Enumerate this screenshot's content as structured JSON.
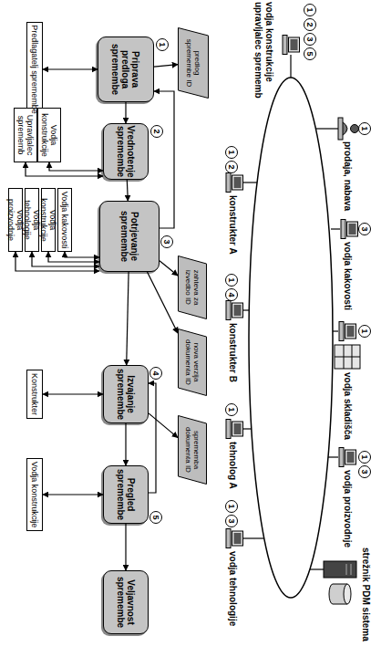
{
  "diagram": {
    "nodes": [
      {
        "text": [
          "Priprava predloga spremembe"
        ]
      },
      {
        "text": [
          "Vrednotenje spremembe"
        ]
      },
      {
        "text": [
          "Potrjevanje spremembe"
        ]
      },
      {
        "text": [
          "Izvajanje spremembe"
        ]
      },
      {
        "text": [
          "Pregled spremembe"
        ]
      },
      {
        "text": [
          "Veljavnost spremembe"
        ]
      },
      {
        "text": [
          "predlog spremembe ID"
        ]
      },
      {
        "text": [
          "zahteva za izvedbo ID"
        ]
      },
      {
        "text": [
          "nova verzija dokumenta ID"
        ]
      },
      {
        "text": [
          "sprememba dokumenta ID"
        ]
      },
      {
        "text": [
          "Predlagatelj spremembe"
        ]
      },
      {
        "text": [
          "Upravljalec sprememb"
        ]
      },
      {
        "text": [
          "Vodja konstrukcije"
        ]
      },
      {
        "text": [
          "Vodja proizvodnje"
        ]
      },
      {
        "text": [
          "Vodja tehnologije"
        ]
      },
      {
        "text": [
          "Vodja konstrukcije"
        ]
      },
      {
        "text": [
          "Vodja kakovosti"
        ]
      },
      {
        "text": [
          "Konstrukter"
        ]
      },
      {
        "text": [
          "Vodja konstrukcije"
        ]
      }
    ],
    "edges": [
      {
        "from": 0,
        "to": 1,
        "arrow": "to"
      },
      {
        "from": 1,
        "to": 2,
        "arrow": "to"
      },
      {
        "from": 2,
        "to": 3,
        "arrow": "to"
      },
      {
        "from": 3,
        "to": 4,
        "arrow": "to"
      },
      {
        "from": 4,
        "to": 5,
        "arrow": "to"
      },
      {
        "from": 0,
        "to": 6,
        "arrow": "to"
      },
      {
        "from": 2,
        "to": 7,
        "arrow": "to"
      },
      {
        "from": 2,
        "to": 8,
        "arrow": "to"
      },
      {
        "from": 3,
        "to": 9,
        "arrow": "to"
      },
      {
        "from": 2,
        "to": 0,
        "arrow": "to"
      },
      {
        "from": 4,
        "to": 3,
        "arrow": "to"
      },
      {
        "from": 10,
        "to": 0,
        "arrow": "both"
      },
      {
        "from": 11,
        "to": 1,
        "arrow": "both"
      },
      {
        "from": 12,
        "to": 1,
        "arrow": "both"
      },
      {
        "from": 13,
        "to": 2,
        "arrow": "both"
      },
      {
        "from": 14,
        "to": 2,
        "arrow": "both"
      },
      {
        "from": 15,
        "to": 2,
        "arrow": "both"
      },
      {
        "from": 16,
        "to": 2,
        "arrow": "both"
      },
      {
        "from": 17,
        "to": 3,
        "arrow": "both"
      },
      {
        "from": 18,
        "to": 4,
        "arrow": "both"
      }
    ],
    "labels": [
      "1",
      "2",
      "3",
      "4",
      "5",
      "vodja konstrukcije upravljalec sprememb",
      "1",
      "2",
      "3",
      "5",
      "prodaja, nabava",
      "1",
      "vodja kakovosti",
      "3",
      "vodja skladišča",
      "1",
      "vodja proizvodnje",
      "1",
      "3",
      "strežnik PDM sistema",
      "konstrukter A",
      "1",
      "2",
      "konstrukter B",
      "1",
      "4",
      "tehnolog A",
      "1",
      "vodja tehnologije",
      "1",
      "3"
    ]
  }
}
